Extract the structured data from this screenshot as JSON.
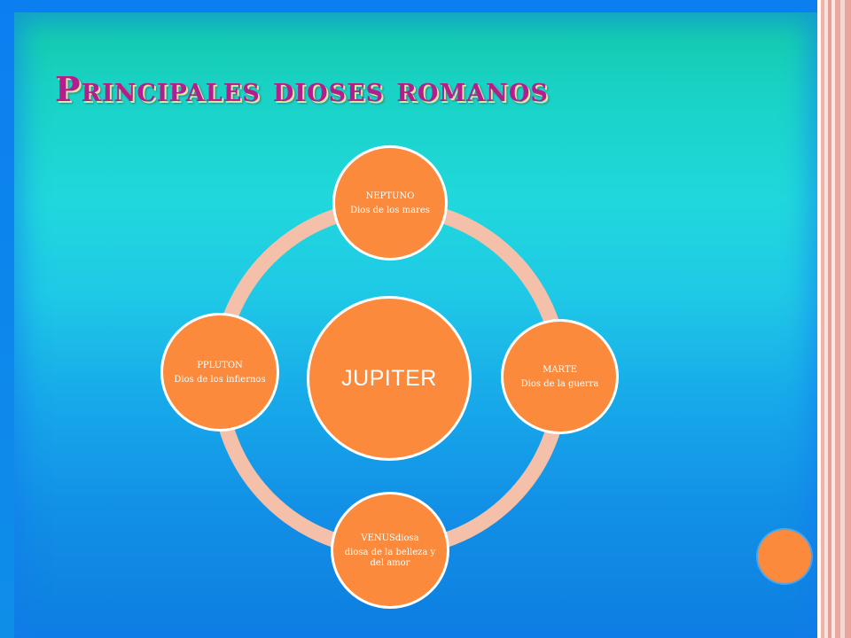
{
  "slide": {
    "title": "Principales dioses romanos"
  },
  "diagram": {
    "center_label": "JUPITER",
    "nodes": [
      {
        "name": "NEPTUNO",
        "description": "Dios de los mares"
      },
      {
        "name": "MARTE",
        "description": "Dios de la guerra"
      },
      {
        "name": "VENUSdiosa",
        "description": "diosa de la belleza y del amor"
      },
      {
        "name": "PPLUTON",
        "description": "Dios de los infiernos"
      }
    ]
  },
  "colors": {
    "node_fill": "#fb8a3c",
    "ring": "#f4c0aa",
    "title": "#b31e8c",
    "accent_stripes": "#e9a59c"
  }
}
